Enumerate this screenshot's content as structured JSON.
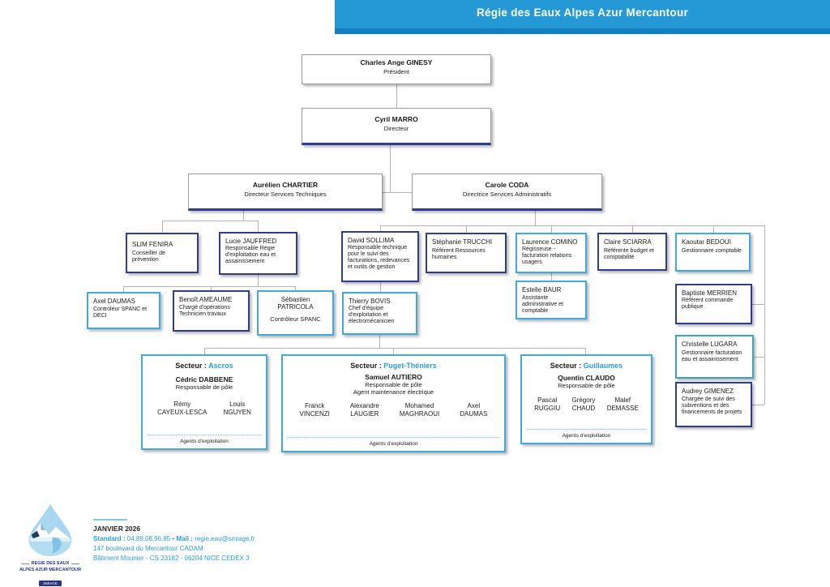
{
  "header": {
    "title": "Régie des Eaux Alpes Azur Mercantour"
  },
  "boxes": {
    "ginesy": {
      "name": "Charles Ange GINESY",
      "role": "Président"
    },
    "marro": {
      "name": "Cyril MARRO",
      "role": "Directeur"
    },
    "chartier": {
      "name": "Aurélien CHARTIER",
      "role": "Directeur Services Techniques"
    },
    "coda": {
      "name": "Carole CODA",
      "role": "Directrice Services Administratifs"
    },
    "fenira": {
      "name": "SLIM FENIRA",
      "role": "Conseiller de prévention"
    },
    "jauffred": {
      "name": "Lucie JAUFFRED",
      "role": "Responsable Régie d'exploitation eau et assainissement"
    },
    "sollima": {
      "name": "David SOLLIMA",
      "role": "Responsable technique pour le suivi des facturations, redevances et outils de gestion"
    },
    "trucchi": {
      "name": "Stéphanie TRUCCHI",
      "role": "Référent Ressources humaines"
    },
    "comino": {
      "name": "Laurence COMINO",
      "role": "Régisseuse - facturation relations usagers"
    },
    "sciarra": {
      "name": "Claire SCIARRA",
      "role": "Référente budget et comptabilité"
    },
    "bedoui": {
      "name": "Kaoutar BEDOUI",
      "role": "Gestionnaire comptable"
    },
    "daumas": {
      "name": "Axel DAUMAS",
      "role": "Controleur SPANC et DECI"
    },
    "ameaume": {
      "name": "Benoît AMEAUME",
      "role": "Chargé d'opérations Technicien travaux"
    },
    "patricola": {
      "name": "Sébastien PATRICOLA",
      "role": "Contrôleur SPANC"
    },
    "bovis": {
      "name": "Thierry BOVIS",
      "role": "Chef d'équipe d'exploitation et électromécanicien"
    },
    "baur": {
      "name": "Estelle BAUR",
      "role": "Assistante administrative et comptable"
    },
    "merrien": {
      "name": "Baptiste MERRIEN",
      "role": "Référent commande publique"
    },
    "lugara": {
      "name": "Christelle LUGARA",
      "role": "Gestionnaire facturation eau et assainissement"
    },
    "gimenez": {
      "name": "Audrey GIMENEZ",
      "role": "Chargée de suivi des subventions et des financements de projets"
    }
  },
  "sectors": [
    {
      "label": "Secteur :",
      "name": "Ascros",
      "lead": {
        "name": "Cédric DABBENE",
        "role1": "Responsable de pôle",
        "role2": ""
      },
      "members": [
        {
          "first": "Rémy",
          "last": "CAYEUX-LESCA"
        },
        {
          "first": "Louis",
          "last": "NGUYEN"
        }
      ],
      "footer": "Agents d'exploitation"
    },
    {
      "label": "Secteur :",
      "name": "Puget-Théniers",
      "lead": {
        "name": "Samuel AUTIERO",
        "role1": "Responsable de pôle",
        "role2": "Agent maintenance électrique"
      },
      "members": [
        {
          "first": "Franck",
          "last": "VINCENZI"
        },
        {
          "first": "Alexandre",
          "last": "LAUGIER"
        },
        {
          "first": "Mohamed",
          "last": "MAGHRAOUI"
        },
        {
          "first": "Axel",
          "last": "DAUMAS"
        }
      ],
      "footer": "Agents d'exploitation"
    },
    {
      "label": "Secteur :",
      "name": "Guillaumes",
      "lead": {
        "name": "Quentin CLAUDO",
        "role1": "Responsable de pôle",
        "role2": ""
      },
      "members": [
        {
          "first": "Pascal",
          "last": "RUGGIU"
        },
        {
          "first": "Grégory",
          "last": "CHAUD"
        },
        {
          "first": "Malef",
          "last": "DEMASSE"
        }
      ],
      "footer": "Agents d'exploitation"
    }
  ],
  "footer": {
    "date": "JANVIER 2026",
    "standard_label": "Standard :",
    "phone": "04.89.08.96.85",
    "separator": "•",
    "mail_label": "Mail :",
    "email": "regie.eau@smiage.fr",
    "address1": "147 boulevard du Mercantour CADAM",
    "address2": "Bâtiment Mounier - CS 23182 - 06204 NICE CEDEX 3"
  },
  "logo": {
    "line1": "REGIE DES EAUX",
    "line2": "ALPES AZUR MERCANTOUR",
    "badge": "SMIAGE"
  },
  "colors": {
    "header_blue": "#2599d5",
    "header_dark": "#1580be",
    "navy": "#303c8f",
    "light_blue": "#41a8e0",
    "teal": "#3fa3bc",
    "accent_text": "#2d9cd6"
  }
}
